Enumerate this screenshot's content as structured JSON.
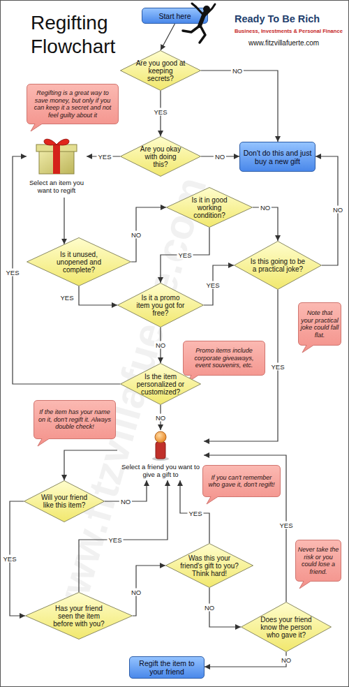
{
  "diagram": {
    "title": "Regifting Flowchart",
    "nodes": [
      {
        "text": [
          "Start here"
        ]
      },
      {
        "text": [
          "Are you good at keeping secrets?"
        ]
      },
      {
        "text": [
          "Regifting is a great way to save money, but only if you can keep it a secret and not feel guilty about it"
        ]
      },
      {
        "text": [
          "Are you okay with doing this?"
        ]
      },
      {
        "text": [
          "Don't do this and just buy a new gift"
        ]
      },
      {
        "text": [
          "Select an item you want to regift"
        ]
      },
      {
        "text": [
          "Is it in good working condition?"
        ]
      },
      {
        "text": [
          "Is it unused, unopened and complete?"
        ]
      },
      {
        "text": [
          "Is this going to be a practical joke?"
        ]
      },
      {
        "text": [
          "Is it a promo item you got for free?"
        ]
      },
      {
        "text": [
          "Note that your practical joke could fall flat."
        ]
      },
      {
        "text": [
          "Promo items include corporate giveaways, event souvenirs, etc."
        ]
      },
      {
        "text": [
          "Is the item personalized or customized?"
        ]
      },
      {
        "text": [
          "If the item has your name on it, don't regift it. Always double check!"
        ]
      },
      {
        "text": [
          "Select a friend you want to give a gift to"
        ]
      },
      {
        "text": [
          "If you can't remember who gave it, don't regift!"
        ]
      },
      {
        "text": [
          "Will your friend like this item?"
        ]
      },
      {
        "text": [
          "Was this your friend's gift to you? Think hard!"
        ]
      },
      {
        "text": [
          "Never take the risk or you could lose a friend."
        ]
      },
      {
        "text": [
          "Has your friend seen the item before with you?"
        ]
      },
      {
        "text": [
          "Does your friend know the person who gave it?"
        ]
      },
      {
        "text": [
          "Regift the item to your friend"
        ]
      }
    ],
    "edges": [
      {
        "from": 0,
        "to": 1,
        "arrow": "to"
      },
      {
        "from": 1,
        "to": 3,
        "label": "YES",
        "arrow": "to"
      },
      {
        "from": 1,
        "to": 4,
        "label": "NO",
        "arrow": "to"
      },
      {
        "from": 3,
        "to": 5,
        "label": "YES",
        "arrow": "to"
      },
      {
        "from": 3,
        "to": 4,
        "label": "NO",
        "arrow": "to"
      },
      {
        "from": 5,
        "to": 7,
        "arrow": "to"
      },
      {
        "from": 7,
        "to": 6,
        "label": "NO",
        "arrow": "to"
      },
      {
        "from": 7,
        "to": 9,
        "label": "YES",
        "arrow": "to"
      },
      {
        "from": 6,
        "to": 8,
        "label": "NO",
        "arrow": "to"
      },
      {
        "from": 6,
        "to": 9,
        "label": "YES",
        "arrow": "to"
      },
      {
        "from": 9,
        "to": 8,
        "label": "YES",
        "arrow": "to"
      },
      {
        "from": 8,
        "to": 4,
        "label": "NO",
        "arrow": "to"
      },
      {
        "from": 9,
        "to": 12,
        "label": "NO",
        "arrow": "to"
      },
      {
        "from": 12,
        "to": 5,
        "label": "YES",
        "arrow": "to"
      },
      {
        "from": 12,
        "to": 14,
        "label": "NO",
        "arrow": "to"
      },
      {
        "from": 8,
        "to": 14,
        "label": "YES",
        "arrow": "to"
      },
      {
        "from": 14,
        "to": 16,
        "arrow": "to"
      },
      {
        "from": 16,
        "to": 14,
        "label": "NO",
        "arrow": "to"
      },
      {
        "from": 16,
        "to": 19,
        "label": "YES",
        "arrow": "to"
      },
      {
        "from": 19,
        "to": 14,
        "label": "YES",
        "arrow": "to"
      },
      {
        "from": 19,
        "to": 17,
        "label": "NO",
        "arrow": "to"
      },
      {
        "from": 17,
        "to": 14,
        "label": "YES",
        "arrow": "to"
      },
      {
        "from": 17,
        "to": 20,
        "label": "NO",
        "arrow": "to"
      },
      {
        "from": 20,
        "to": 14,
        "label": "YES",
        "arrow": "to"
      },
      {
        "from": 20,
        "to": 21,
        "label": "NO",
        "arrow": "to"
      }
    ],
    "labels": [
      "Ready To Be Rich",
      "Business, Investments & Personal Finance",
      "www.fitzvillafuerte.com",
      "www.fitzvillafuerte.com"
    ]
  }
}
